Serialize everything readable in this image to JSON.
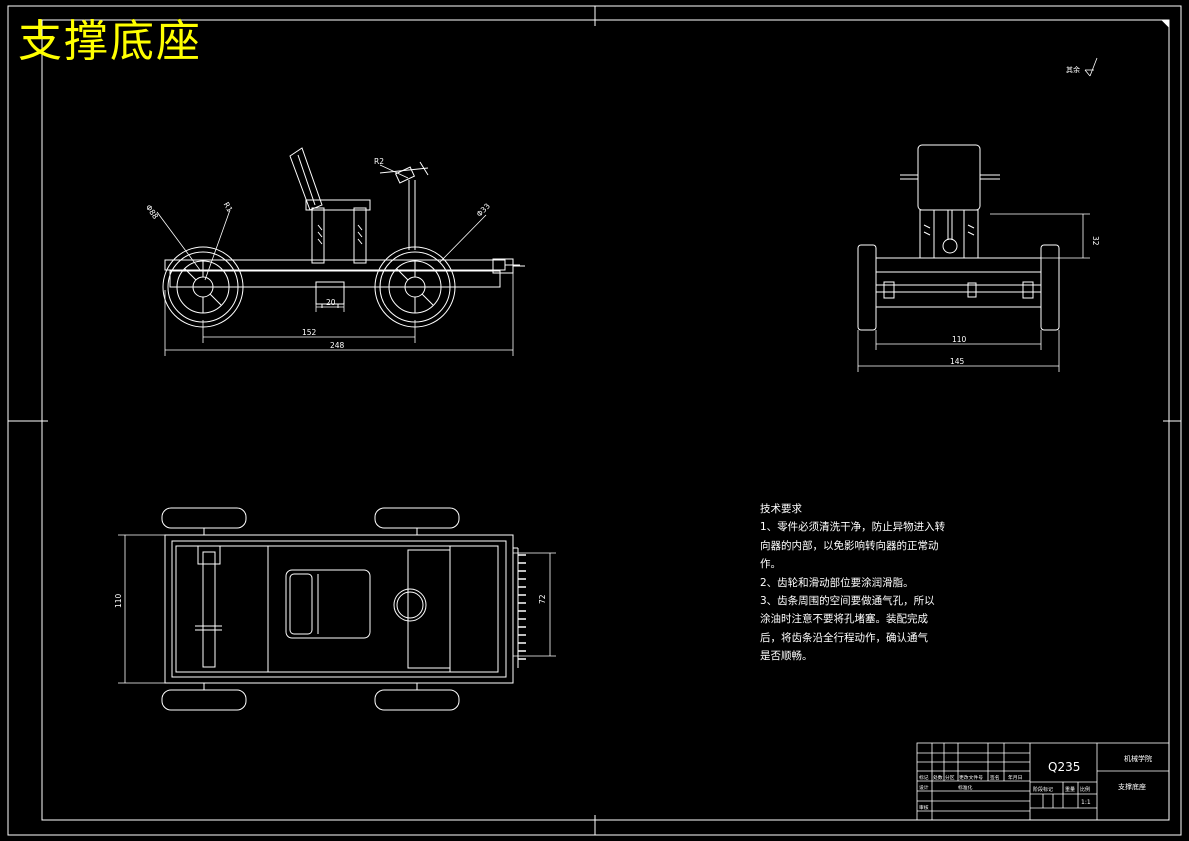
{
  "drawing_title": "支撑底座",
  "roughness_mark": "其余",
  "front_view": {
    "leaders": [
      "Φ88",
      "R1",
      "R2",
      "Φ33"
    ],
    "dims": {
      "hub": "20",
      "wheelbase": "152",
      "overall": "248"
    }
  },
  "side_view": {
    "dims": {
      "height": "32",
      "track": "110",
      "overall": "145"
    }
  },
  "top_view": {
    "dims": {
      "width": "110",
      "seat": "72"
    }
  },
  "tech_requirements": {
    "heading": "技术要求",
    "lines": [
      "1、零件必须清洗干净，防止异物进入转",
      "向器的内部，以免影响转向器的正常动",
      "作。",
      "2、齿轮和滑动部位要涂润滑脂。",
      "3、齿条周围的空间要做通气孔，所以",
      "涂油时注意不要将孔堵塞。装配完成",
      "后，将齿条沿全行程动作，确认通气",
      "是否顺畅。"
    ]
  },
  "title_block": {
    "material": "Q235",
    "school": "机械学院",
    "part_name": "支撑底座",
    "scale": "1:1",
    "row_labels": [
      "标记",
      "处数",
      "分区",
      "更改文件号",
      "签名",
      "年月日"
    ],
    "design_label": "设计",
    "std_label": "标准化",
    "review_label": "审核",
    "stage_label": "阶段标记",
    "weight_label": "重量",
    "scale_label": "比例"
  }
}
